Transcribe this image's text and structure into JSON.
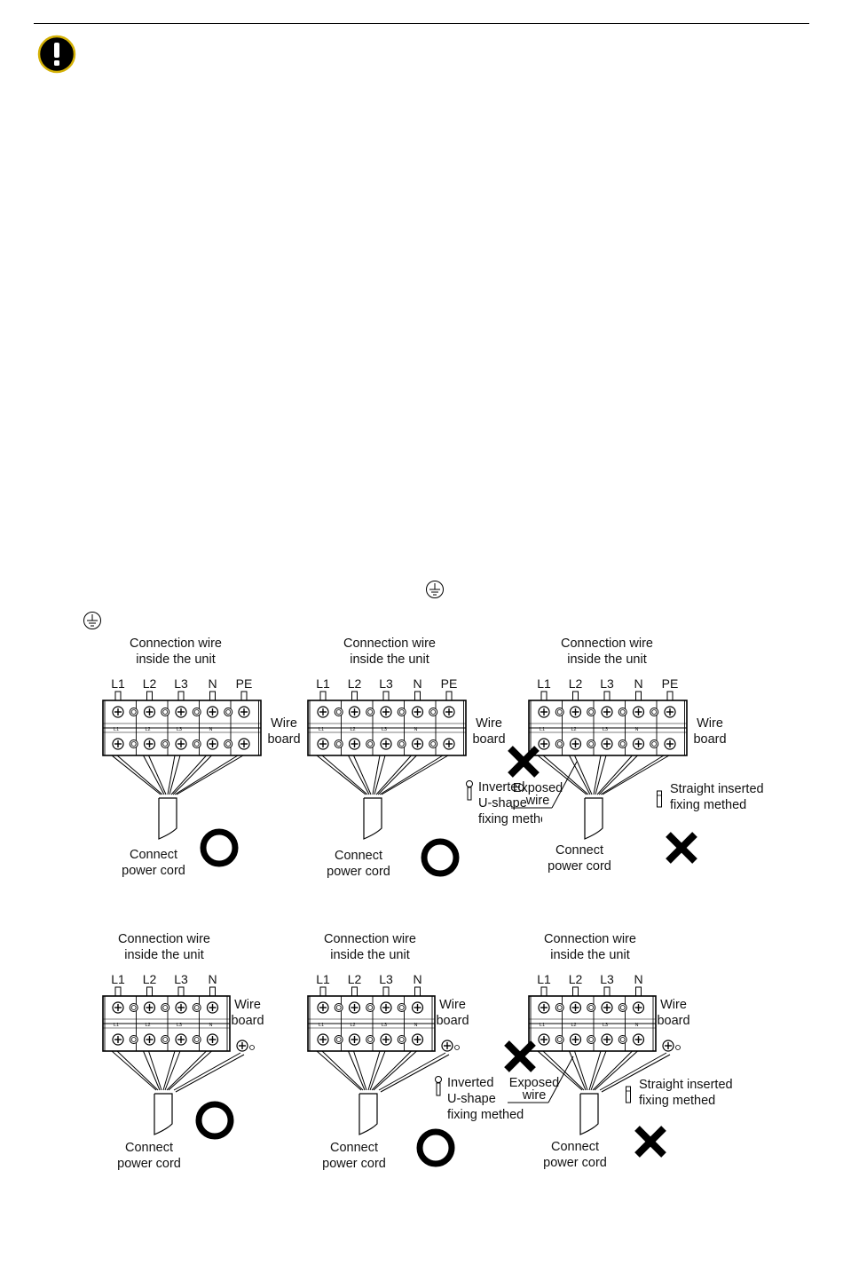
{
  "labels": {
    "connection_wire": [
      "Connection wire",
      "inside the unit"
    ],
    "terminals_5": [
      "L1",
      "L2",
      "L3",
      "N",
      "PE"
    ],
    "terminals_4": [
      "L1",
      "L2",
      "L3",
      "N"
    ],
    "wire_board": [
      "Wire",
      "board"
    ],
    "connect_power_cord": [
      "Connect",
      "power cord"
    ],
    "inverted_u": [
      "Inverted",
      "U-shape",
      "fixing methed"
    ],
    "exposed_wire": [
      "Exposed",
      "wire"
    ],
    "straight_inserted": [
      "Straight inserted",
      "fixing methed"
    ],
    "board_small": [
      "L1",
      "L2",
      "L3",
      "N"
    ]
  },
  "icons": {
    "warning": "exclamation-warning-icon",
    "earth": "protective-earth-icon"
  },
  "colors": {
    "warning_fill": "#000000",
    "warning_ring": "#d4b106"
  }
}
